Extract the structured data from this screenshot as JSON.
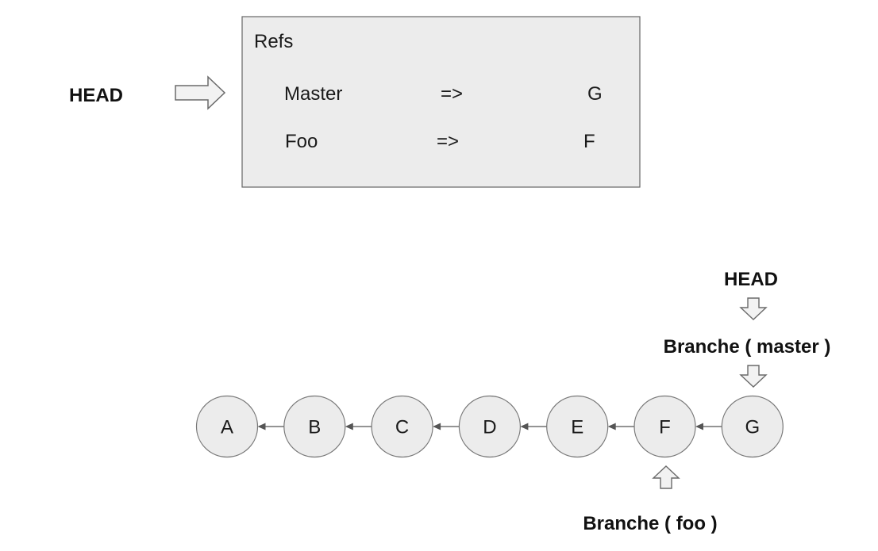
{
  "head_label": "HEAD",
  "refs": {
    "title": "Refs",
    "entries": [
      {
        "name": "Master",
        "arrow": "=>",
        "target": "G"
      },
      {
        "name": "Foo",
        "arrow": "=>",
        "target": "F"
      }
    ]
  },
  "graph": {
    "commits": [
      "A",
      "B",
      "C",
      "D",
      "E",
      "F",
      "G"
    ],
    "head_label": "HEAD",
    "master_label": "Branche ( master )",
    "foo_label": "Branche ( foo )"
  },
  "colors": {
    "box_fill": "#ececec",
    "box_stroke": "#666666",
    "node_fill": "#ececec",
    "node_stroke": "#777777",
    "arrow_fill": "#f2f2f2",
    "arrow_stroke": "#6a6a6a",
    "edge": "#555555"
  }
}
